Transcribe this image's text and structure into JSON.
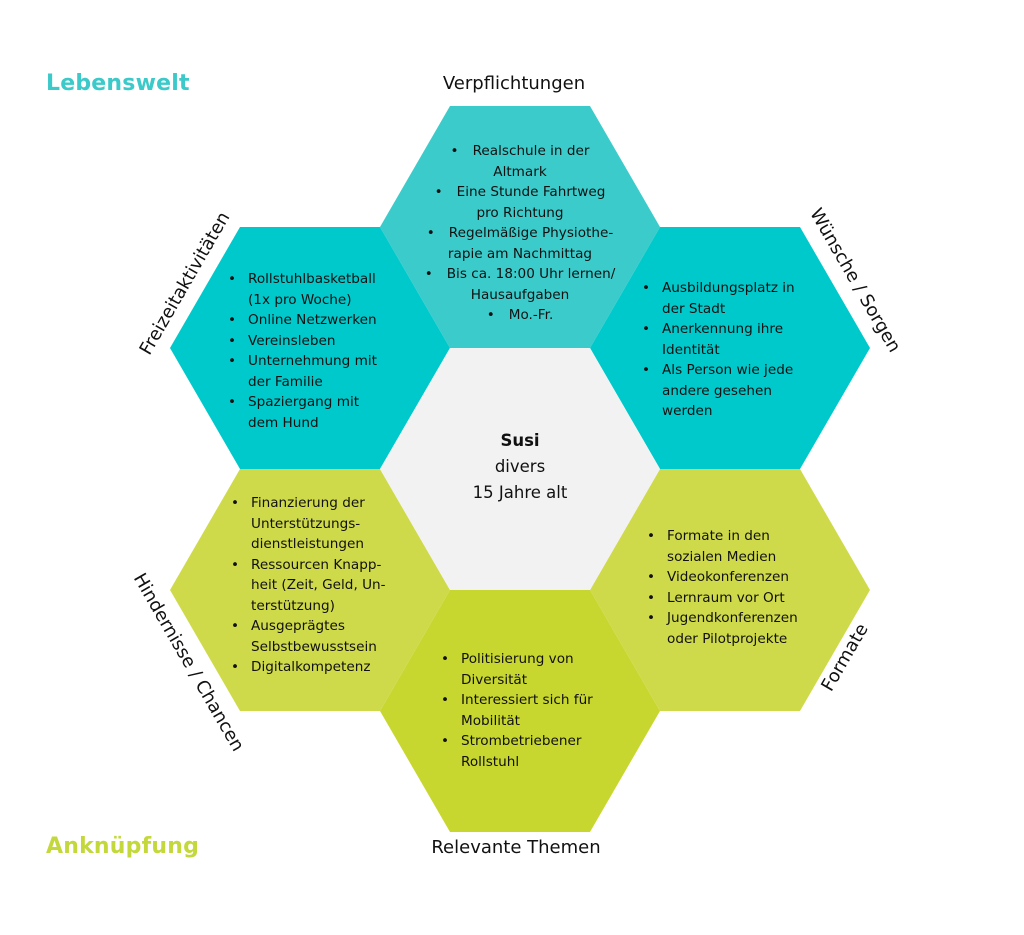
{
  "corners": {
    "top_left": "Lebenswelt",
    "bottom_left": "Anknüpfung"
  },
  "colors": {
    "teal_top": "#3ccbcb",
    "teal": "#00c9cc",
    "center": "#f2f2f2",
    "lime": "#cfda4a",
    "lime_bottom": "#c8d72f",
    "lebenswelt": "#3cc9c9",
    "anknuepfung": "#c4d83c"
  },
  "persona": {
    "name": "Susi",
    "gender": "divers",
    "age": "15 Jahre alt"
  },
  "sections": {
    "verpflichtungen": {
      "label": "Verpflichtungen",
      "items": [
        "Realschule in der\nAltmark",
        "Eine Stunde Fahrtweg\npro Richtung",
        "Regelmäßige Physiothe-\nrapie am Nachmittag",
        "Bis ca. 18:00 Uhr lernen/\nHausaufgaben",
        "Mo.-Fr."
      ]
    },
    "freizeit": {
      "label": "Freizeitaktivitäten",
      "items": [
        "Rollstuhlbasketball\n(1x pro Woche)",
        "Online Netzwerken",
        "Vereinsleben",
        "Unternehmung mit\nder Familie",
        "Spaziergang mit\ndem Hund"
      ]
    },
    "wuensche": {
      "label": "Wünsche / Sorgen",
      "items": [
        "Ausbildungsplatz in\nder Stadt",
        "Anerkennung ihre\nIdentität",
        "Als Person wie jede\nandere gesehen\nwerden"
      ]
    },
    "hindernisse": {
      "label": "Hindernisse / Chancen",
      "items": [
        "Finanzierung der\nUnterstützungs-\ndienstleistungen",
        "Ressourcen Knapp-\nheit (Zeit, Geld, Un-\nterstützung)",
        "Ausgeprägtes\nSelbstbewusstsein",
        "Digitalkompetenz"
      ]
    },
    "formate": {
      "label": "Formate",
      "items": [
        "Formate in den\nsozialen Medien",
        "Videokonferenzen",
        "Lernraum vor Ort",
        "Jugendkonferenzen\noder Pilotprojekte"
      ]
    },
    "themen": {
      "label": "Relevante Themen",
      "items": [
        "Politisierung von\nDiversität",
        "Interessiert sich für\nMobilität",
        "Strombetriebener\nRollstuhl"
      ]
    }
  }
}
